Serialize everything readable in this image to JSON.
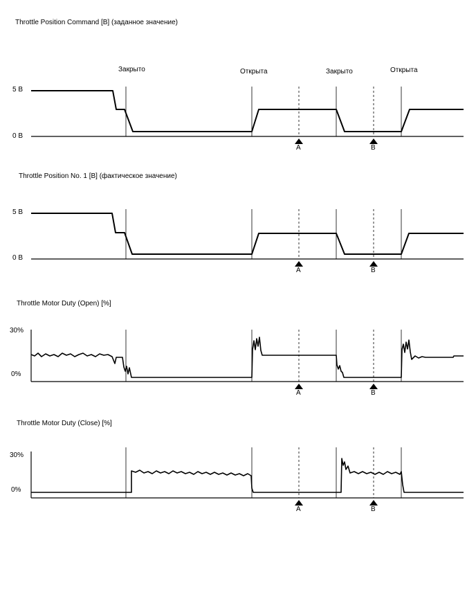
{
  "state_labels": [
    "Закрыто",
    "Открыта",
    "Закрыто",
    "Открыта"
  ],
  "marker_labels": [
    "A",
    "B"
  ],
  "panels": [
    {
      "title": "Throttle Position Command [В] (заданное значение)",
      "y_labels": [
        "5 В",
        "0 В"
      ]
    },
    {
      "title": "Throttle Position No. 1 [В] (фактическое значение)",
      "y_labels": [
        "5 В",
        "0 В"
      ]
    },
    {
      "title": "Throttle Motor Duty (Open) [%]",
      "y_labels": [
        "30%",
        "0%"
      ]
    },
    {
      "title": "Throttle Motor Duty (Close) [%]",
      "y_labels": [
        "30%",
        "0%"
      ]
    }
  ]
}
